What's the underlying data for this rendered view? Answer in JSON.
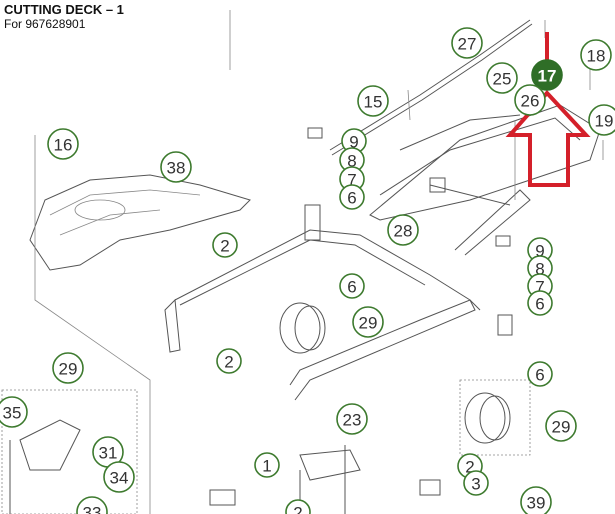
{
  "header": {
    "title": "CUTTING DECK – 1",
    "subtitle": "For 967628901"
  },
  "selected_callout": "17",
  "colors": {
    "callout_stroke": "#3d7a2e",
    "selected_fill": "#2f6e27",
    "arrow": "#d4202a"
  },
  "callouts": [
    {
      "label": "27",
      "selected": false
    },
    {
      "label": "25",
      "selected": false
    },
    {
      "label": "17",
      "selected": true
    },
    {
      "label": "18",
      "selected": false
    },
    {
      "label": "26",
      "selected": false
    },
    {
      "label": "19",
      "selected": false
    },
    {
      "label": "15",
      "selected": false
    },
    {
      "label": "16",
      "selected": false
    },
    {
      "label": "38",
      "selected": false
    },
    {
      "label": "9",
      "selected": false
    },
    {
      "label": "8",
      "selected": false
    },
    {
      "label": "7",
      "selected": false
    },
    {
      "label": "6",
      "selected": false
    },
    {
      "label": "28",
      "selected": false
    },
    {
      "label": "2",
      "selected": false
    },
    {
      "label": "9",
      "selected": false
    },
    {
      "label": "8",
      "selected": false
    },
    {
      "label": "7",
      "selected": false
    },
    {
      "label": "6",
      "selected": false
    },
    {
      "label": "6",
      "selected": false
    },
    {
      "label": "29",
      "selected": false
    },
    {
      "label": "2",
      "selected": false
    },
    {
      "label": "29",
      "selected": false
    },
    {
      "label": "6",
      "selected": false
    },
    {
      "label": "35",
      "selected": false
    },
    {
      "label": "23",
      "selected": false
    },
    {
      "label": "29",
      "selected": false
    },
    {
      "label": "31",
      "selected": false
    },
    {
      "label": "34",
      "selected": false
    },
    {
      "label": "1",
      "selected": false
    },
    {
      "label": "2",
      "selected": false
    },
    {
      "label": "3",
      "selected": false
    },
    {
      "label": "39",
      "selected": false
    },
    {
      "label": "33",
      "selected": false
    },
    {
      "label": "2",
      "selected": false
    }
  ]
}
